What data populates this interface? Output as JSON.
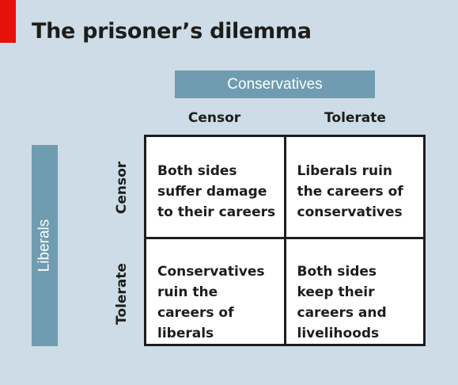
{
  "title": "The prisoner’s dilemma",
  "accent_color": "#e3120b",
  "player_box_color": "#6f9cb0",
  "column_player": "Conservatives",
  "row_player": "Liberals",
  "columns": [
    "Censor",
    "Tolerate"
  ],
  "rows": [
    "Censor",
    "Tolerate"
  ],
  "cells": [
    [
      "Both sides suffer damage to their careers",
      "Liberals ruin the careers of conservatives"
    ],
    [
      "Conservatives ruin the careers of liberals",
      "Both sides keep their careers and livelihoods"
    ]
  ]
}
